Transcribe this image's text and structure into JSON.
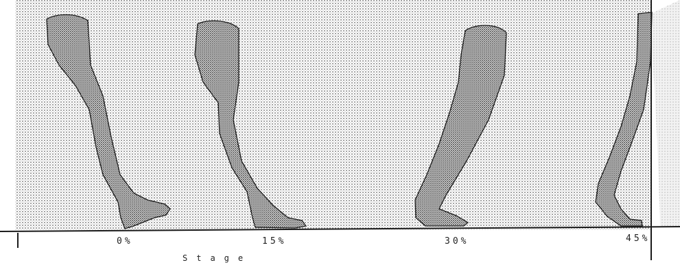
{
  "figure": {
    "phase_labels": [
      "0%",
      "15%",
      "30%",
      "45%"
    ],
    "stage_label": "Stage"
  },
  "colors": {
    "ink": "#1a1a1a",
    "dot": "#4a4a4a",
    "background": "#ffffff"
  }
}
